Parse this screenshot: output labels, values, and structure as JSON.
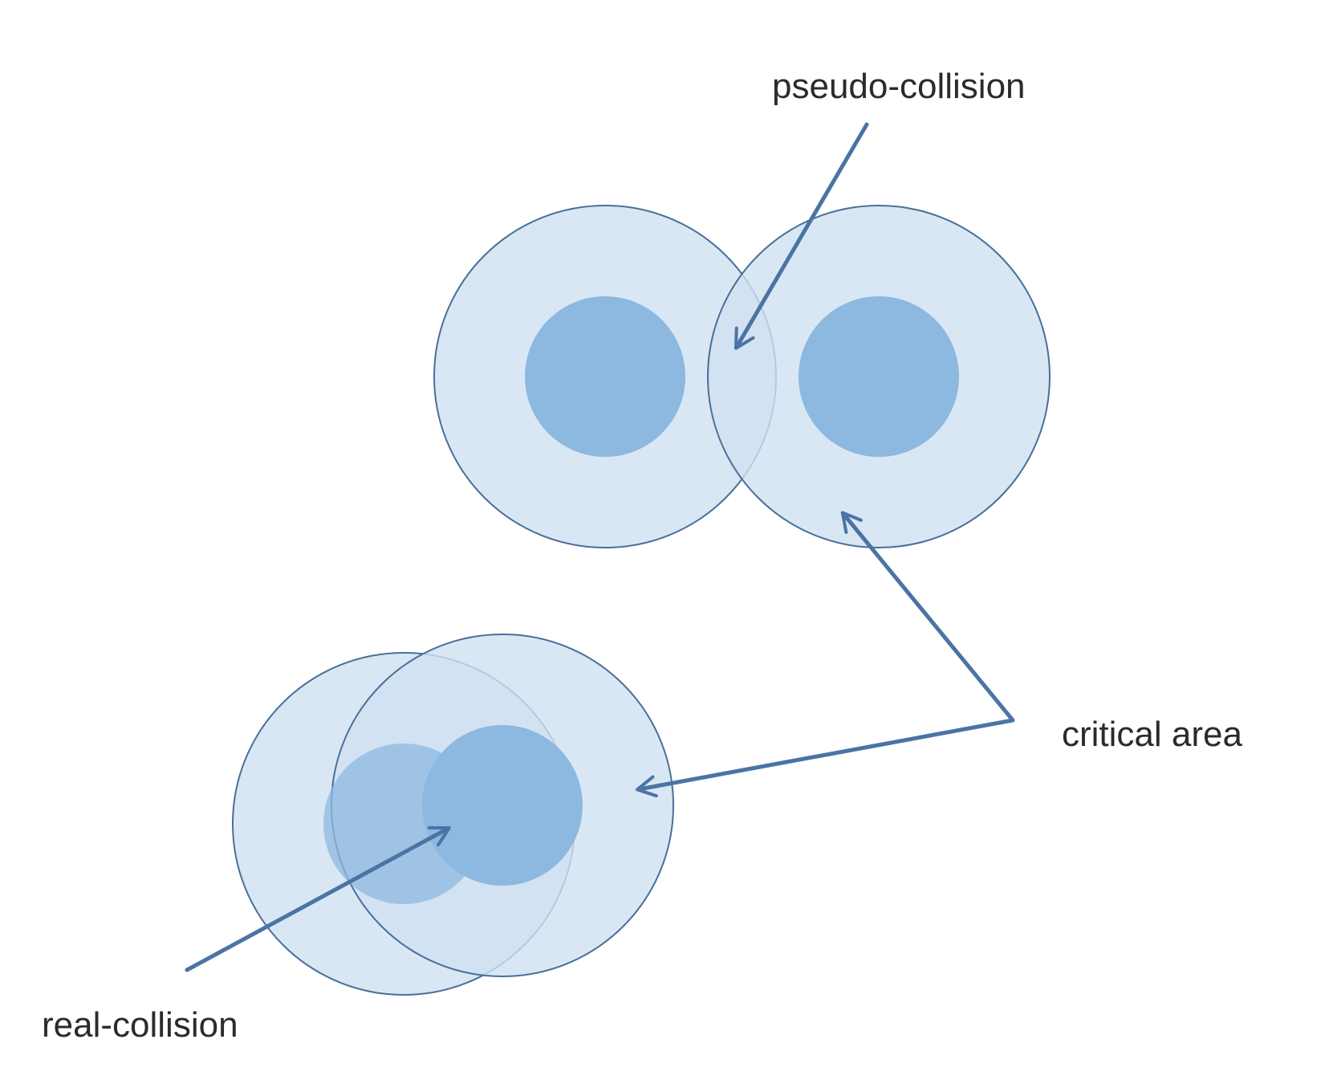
{
  "labels": {
    "pseudo_collision": "pseudo-collision",
    "critical_area": "critical area",
    "real_collision": "real-collision"
  },
  "colors": {
    "background": "#ffffff",
    "critical_area_fill": "#cfe1f3",
    "core_fill": "#8db8e0",
    "circle_stroke": "#4a6f9a",
    "arrow_color": "#4a74a3",
    "text": "#2b2b2b"
  }
}
